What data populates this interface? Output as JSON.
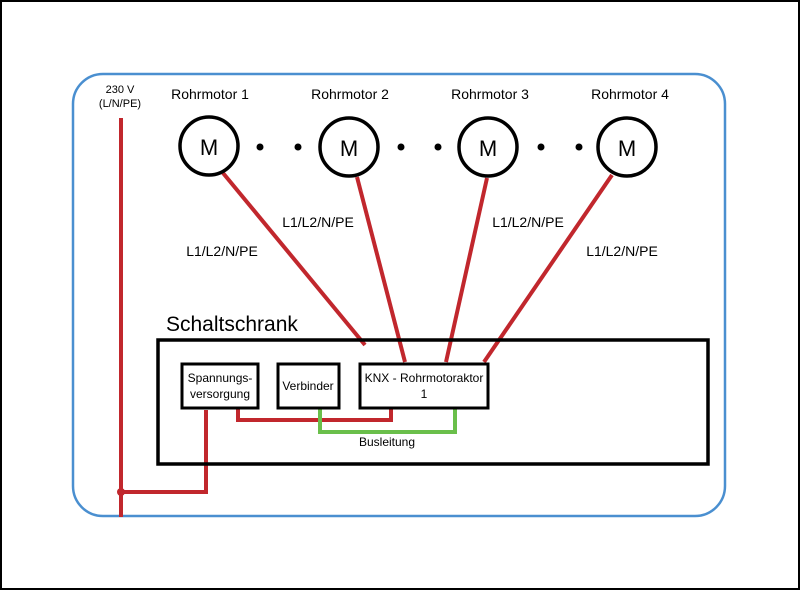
{
  "supply": {
    "label_line1": "230 V",
    "label_line2": "(L/N/PE)"
  },
  "motors": [
    {
      "name": "Rohrmotor 1",
      "symbol": "M"
    },
    {
      "name": "Rohrmotor 2",
      "symbol": "M"
    },
    {
      "name": "Rohrmotor 3",
      "symbol": "M"
    },
    {
      "name": "Rohrmotor 4",
      "symbol": "M"
    }
  ],
  "motor_cables": [
    "L1/L2/N/PE",
    "L1/L2/N/PE",
    "L1/L2/N/PE",
    "L1/L2/N/PE"
  ],
  "cabinet": {
    "title": "Schaltschrank",
    "psu_line1": "Spannungs-",
    "psu_line2": "versorgung",
    "connector": "Verbinder",
    "actuator_line1": "KNX - Rohrmotoraktor",
    "actuator_line2": "1",
    "bus_label": "Busleitung"
  },
  "colors": {
    "power": "#c1272d",
    "bus": "#6abf4b",
    "enclosure": "#4a8fd0",
    "outline": "#000000"
  }
}
